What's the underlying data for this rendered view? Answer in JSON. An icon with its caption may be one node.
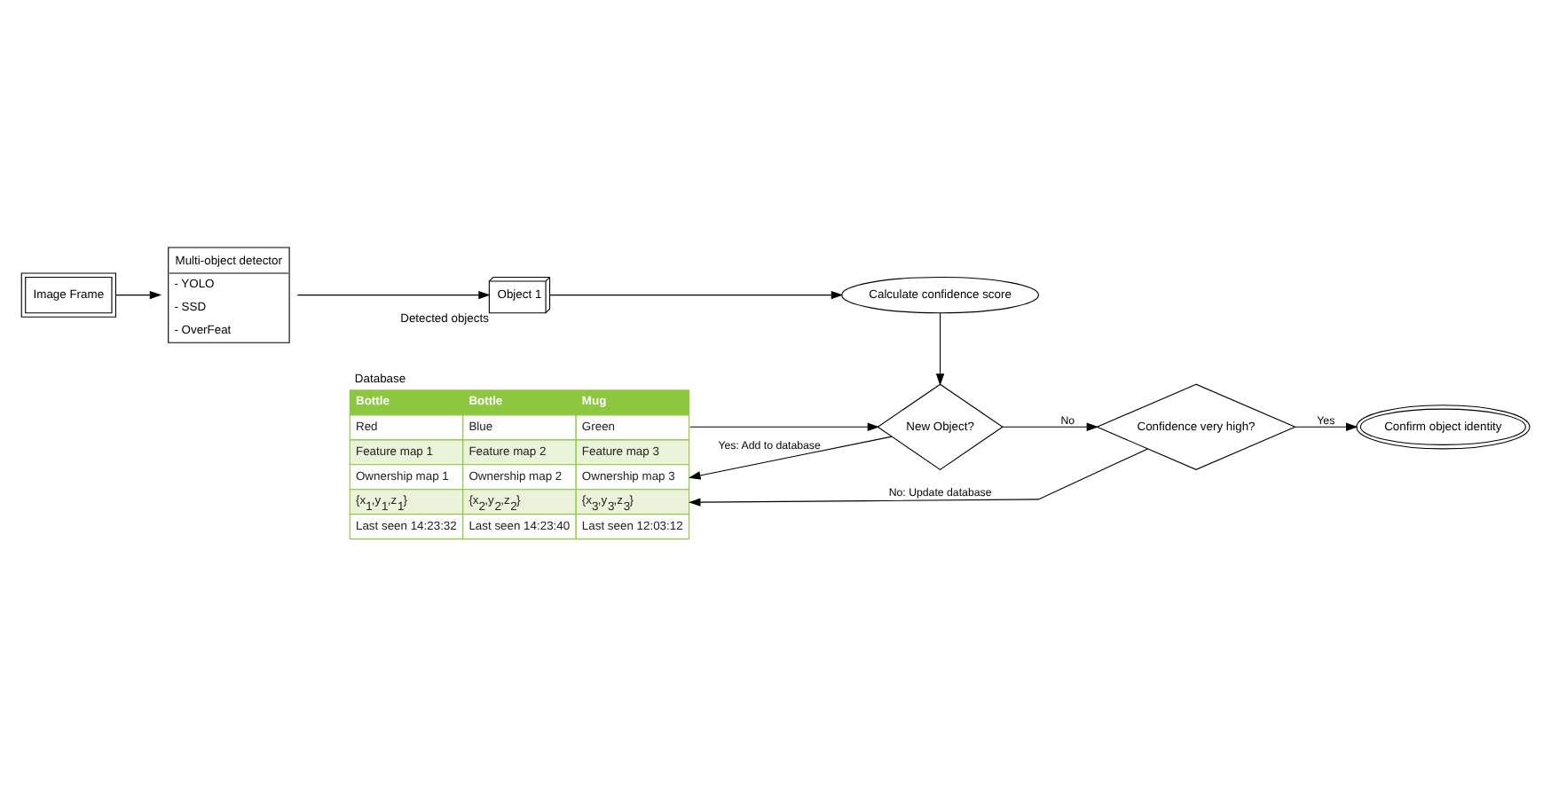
{
  "diagram": {
    "nodes": [
      {
        "text": [
          "Image Frame"
        ]
      },
      {
        "text": [
          "Multi-object detector",
          "- YOLO",
          "- SSD",
          "- OverFeat"
        ]
      },
      {
        "text": [
          "Object 1"
        ],
        "beside": [
          "Detected objects"
        ]
      },
      {
        "text": [
          "Calculate confidence score"
        ]
      },
      {
        "text": [
          "Database",
          "Bottle",
          "Bottle",
          "Mug",
          "Red",
          "Blue",
          "Green",
          "Feature map 1",
          "Feature map 2",
          "Feature map 3",
          "Ownership map 1",
          "Ownership map 2",
          "Ownership map 3",
          "{x$_{1}$,y$_{1}$,z$_{1}$}",
          "{x$_{2}$,y$_{2}$,z$_{2}$}",
          "{x$_{3}$,y$_{3}$,z$_{3}$}",
          "Last seen 14:23:32",
          "Last seen 14:23:40",
          "Last seen 12:03:12"
        ]
      },
      {
        "text": [
          "New Object?"
        ]
      },
      {
        "text": [
          "Confidence very high?"
        ]
      },
      {
        "text": [
          "Confirm object identity"
        ]
      }
    ],
    "edges": [
      {
        "from": 0,
        "to": 1,
        "arrow": "to"
      },
      {
        "from": 1,
        "to": 2,
        "arrow": "to"
      },
      {
        "from": 2,
        "to": 3,
        "arrow": "to"
      },
      {
        "from": 3,
        "to": 5,
        "arrow": "to"
      },
      {
        "from": 4,
        "to": 5,
        "arrow": "to"
      },
      {
        "from": 5,
        "to": 4,
        "arrow": "to",
        "label": "Yes: Add to database"
      },
      {
        "from": 5,
        "to": 6,
        "arrow": "to",
        "label": "No"
      },
      {
        "from": 6,
        "to": 4,
        "arrow": "to",
        "label": "No: Update database"
      },
      {
        "from": 6,
        "to": 7,
        "arrow": "to",
        "label": "Yes"
      }
    ]
  }
}
